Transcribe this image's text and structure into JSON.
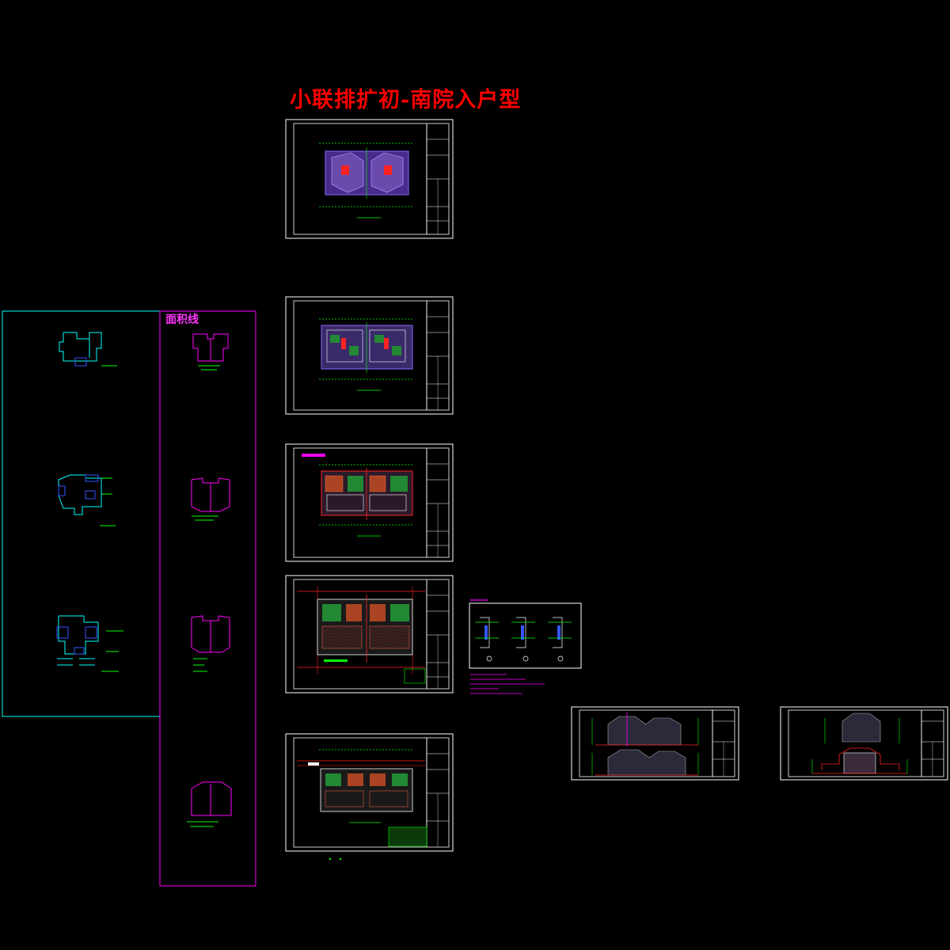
{
  "drawing": {
    "title": "小联排扩初-南院入户型",
    "area_panel_label": "面积线"
  },
  "colors": {
    "background": "#000000",
    "title": "#ff0000",
    "sheet_border": "#ffffff",
    "cyan_frame": "#00ffff",
    "magenta_frame": "#ff00ff",
    "plan_green": "#00ff00",
    "plan_red": "#ff2222",
    "plan_blue": "#3355ff",
    "plan_purple": "#8866ff"
  },
  "icons": {
    "title_block": "title-block-table",
    "floor_plan": "floor-plan-drawing",
    "elevation": "elevation-drawing",
    "section": "section-drawing"
  }
}
